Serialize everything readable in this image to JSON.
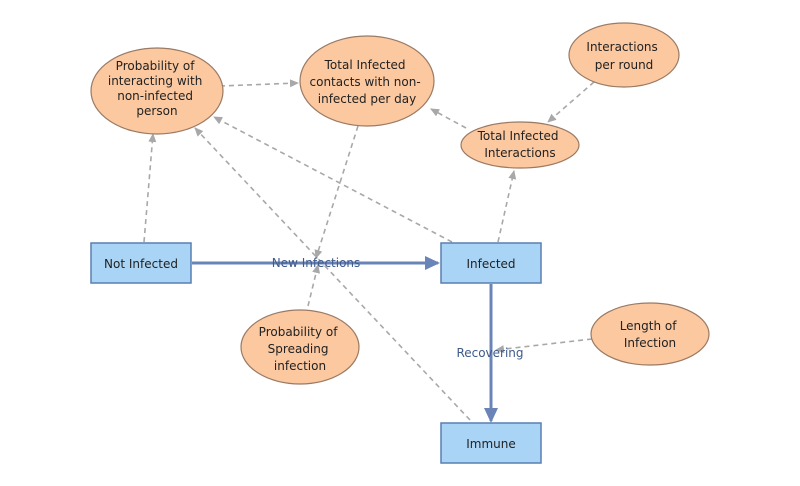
{
  "stocks": {
    "not_infected": "Not Infected",
    "infected": "Infected",
    "immune": "Immune"
  },
  "flows": {
    "new_infections": "New Infections",
    "recovering": "Recovering"
  },
  "variables": {
    "prob_interacting": [
      "Probability of",
      "interacting with",
      "non-infected",
      "person"
    ],
    "total_infected_contacts": [
      "Total Infected",
      "contacts with non-",
      "infected per day"
    ],
    "interactions_per_round": [
      "Interactions",
      "per round"
    ],
    "total_infected_interactions": [
      "Total Infected",
      "Interactions"
    ],
    "prob_spreading": [
      "Probability of",
      "Spreading",
      "infection"
    ],
    "length_of_infection": [
      "Length of",
      "Infection"
    ]
  },
  "colors": {
    "stock_fill": "#aad4f5",
    "stock_stroke": "#5a7fb0",
    "variable_fill": "#fbc8a0",
    "variable_stroke": "#9a7a64",
    "flow_arrow": "#6a84b8",
    "link_arrow": "#a8a8a8"
  }
}
